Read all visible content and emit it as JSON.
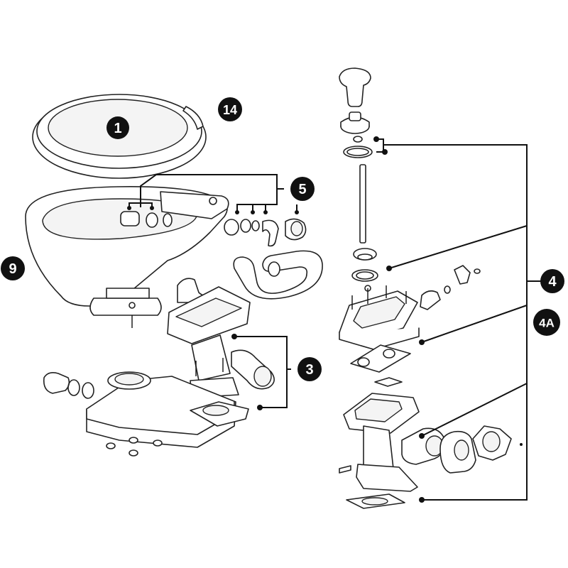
{
  "colors": {
    "badge_fill": "#111111",
    "badge_text": "#ffffff",
    "line": "#111111",
    "part_stroke": "#222222"
  },
  "callouts": {
    "lid": "1",
    "seat_hinge": "14",
    "bowl": "9",
    "bowl_hoses": "5",
    "pump_base_assembly": "3",
    "pump_service_kit": "4",
    "pump_service_kit_alt": "4A"
  }
}
